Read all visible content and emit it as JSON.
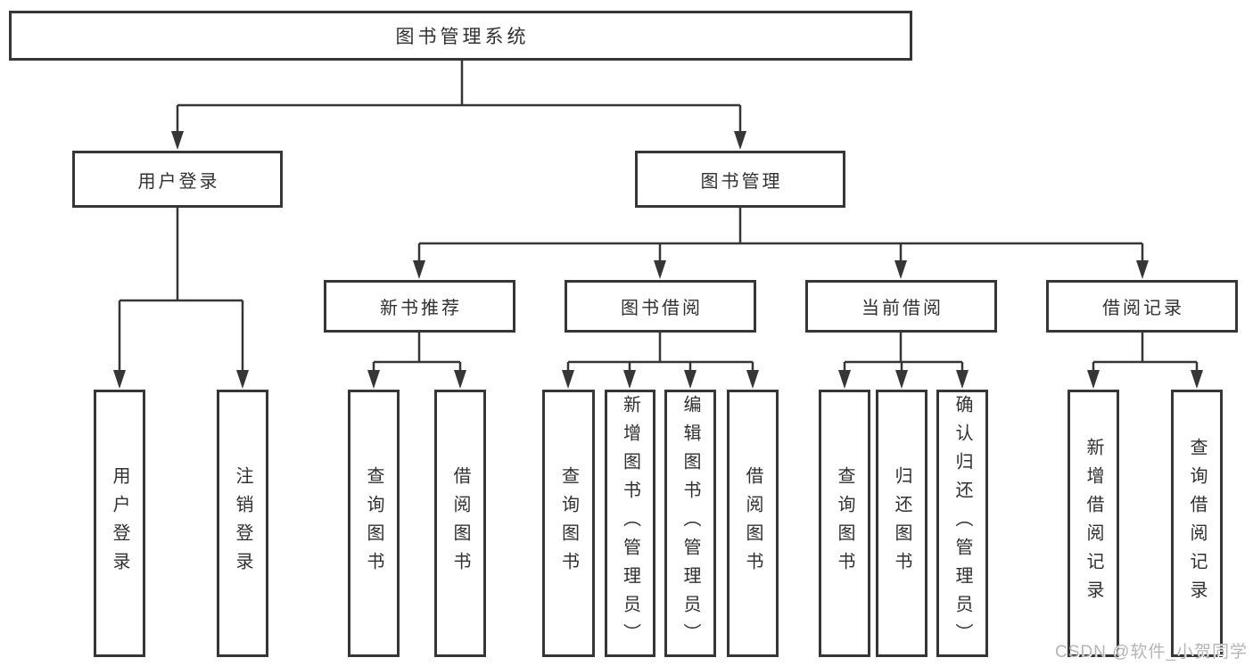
{
  "colors": {
    "line": "#363636",
    "box_border": "#363636",
    "text": "#303030",
    "background": "#ffffff",
    "watermark_text_color": "#b5b5b5"
  },
  "watermark": {
    "text": "CSDN @软件_小贺同学"
  },
  "diagram": {
    "root": {
      "label": "图书管理系统"
    },
    "level2": {
      "user_login": {
        "label": "用户登录"
      },
      "book_mgmt": {
        "label": "图书管理"
      }
    },
    "level3": {
      "new_books": {
        "label": "新书推荐"
      },
      "book_borrow": {
        "label": "图书借阅"
      },
      "current_borrow": {
        "label": "当前借阅"
      },
      "borrow_records": {
        "label": "借阅记录"
      }
    },
    "leaves": {
      "user_login": [
        "用户登录",
        "注销登录"
      ],
      "new_books": [
        "查询图书",
        "借阅图书"
      ],
      "book_borrow": [
        "查询图书",
        "新增图书（管理员）",
        "编辑图书（管理员）",
        "借阅图书"
      ],
      "current_borrow": [
        "查询图书",
        "归还图书",
        "确认归还（管理员）"
      ],
      "borrow_records": [
        "新增借阅记录",
        "查询借阅记录"
      ]
    }
  }
}
